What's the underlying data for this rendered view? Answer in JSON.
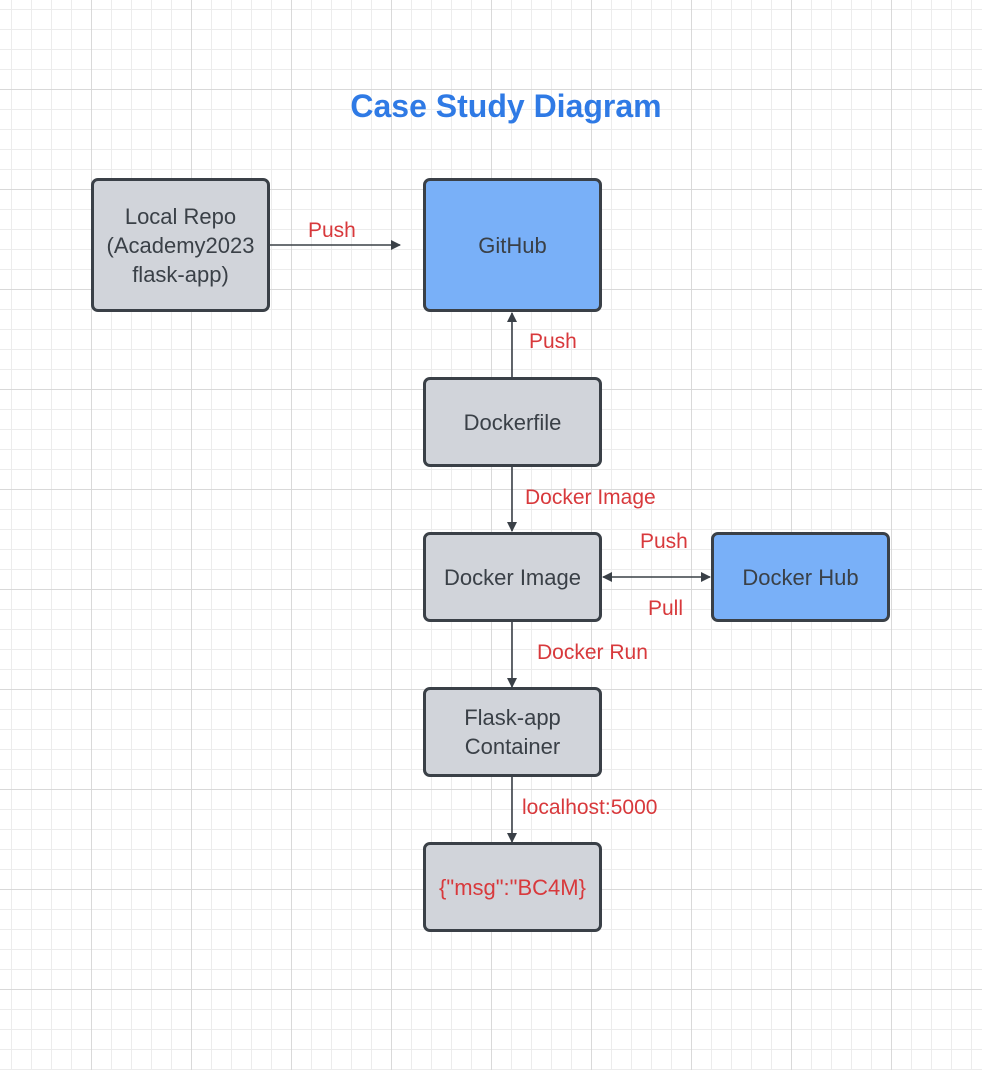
{
  "title": "Case Study Diagram",
  "colors": {
    "title": "#2f7ae5",
    "node_fill": "#d1d4da",
    "node_fill_highlight": "#79b0f8",
    "node_border": "#3a4047",
    "edge_label": "#d8393c"
  },
  "nodes": {
    "local_repo": "Local Repo\n(Academy2023\nflask-app)",
    "github": "GitHub",
    "dockerfile": "Dockerfile",
    "docker_image": "Docker Image",
    "docker_hub": "Docker Hub",
    "flask_container": "Flask-app\nContainer",
    "response": "{\"msg\":\"BC4M}"
  },
  "edges": {
    "local_to_github": "Push",
    "dockerfile_to_github": "Push",
    "dockerfile_to_image": "Docker Image",
    "image_to_hub": "Push",
    "hub_to_image": "Pull",
    "image_to_container": "Docker Run",
    "container_to_response": "localhost:5000"
  }
}
